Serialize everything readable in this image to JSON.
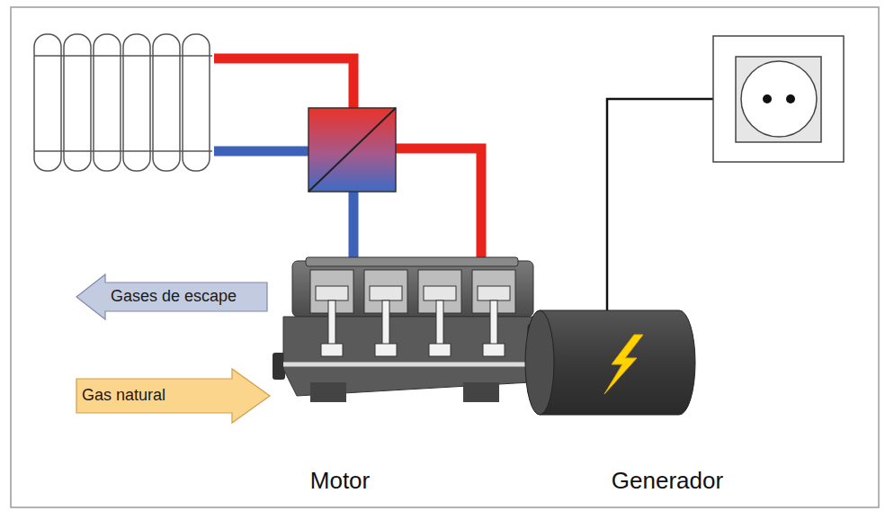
{
  "diagram": {
    "nodes": [
      {
        "text": [
          "Gases de escape"
        ]
      },
      {
        "text": [
          "Gas natural"
        ]
      }
    ],
    "labels": [
      "Motor",
      "Generador"
    ]
  }
}
